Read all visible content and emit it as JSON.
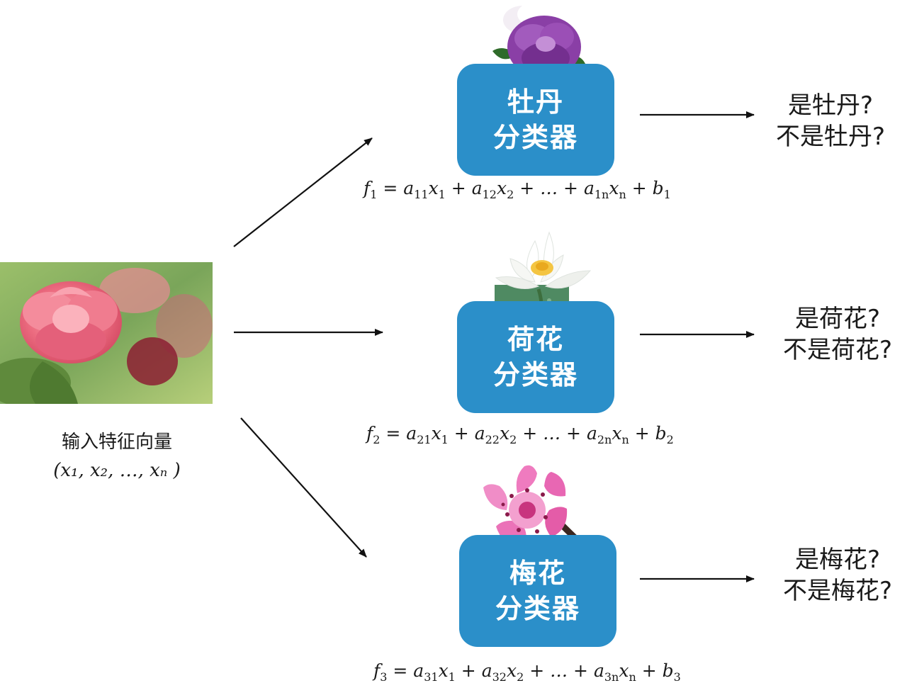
{
  "input": {
    "label": "输入特征向量",
    "vector": "(x₁, x₂, …, xₙ )"
  },
  "classifiers": [
    {
      "name": "牡丹",
      "line2": "分类器",
      "formula_html": "f<sub>1</sub> = a<sub>11</sub>x<sub>1</sub> + a<sub>12</sub>x<sub>2</sub> + … + a<sub>1n</sub>x<sub>n</sub> + b<sub>1</sub>",
      "question_yes": "是牡丹?",
      "question_no": "不是牡丹?",
      "flower_icon": "peony-icon",
      "flower_color": "#8a3fa6"
    },
    {
      "name": "荷花",
      "line2": "分类器",
      "formula_html": "f<sub>2</sub> = a<sub>21</sub>x<sub>1</sub> + a<sub>22</sub>x<sub>2</sub> + … + a<sub>2n</sub>x<sub>n</sub> + b<sub>2</sub>",
      "question_yes": "是荷花?",
      "question_no": "不是荷花?",
      "flower_icon": "lotus-icon",
      "flower_color": "#f4f6f2"
    },
    {
      "name": "梅花",
      "line2": "分类器",
      "formula_html": "f<sub>3</sub> = a<sub>31</sub>x<sub>1</sub> + a<sub>32</sub>x<sub>2</sub> + … + a<sub>3n</sub>x<sub>n</sub> + b<sub>3</sub>",
      "question_yes": "是梅花?",
      "question_no": "不是梅花?",
      "flower_icon": "plum-blossom-icon",
      "flower_color": "#e35ea6"
    }
  ],
  "colors": {
    "box": "#2b8fc9",
    "box_text": "#ffffff",
    "arrow": "#111111"
  }
}
